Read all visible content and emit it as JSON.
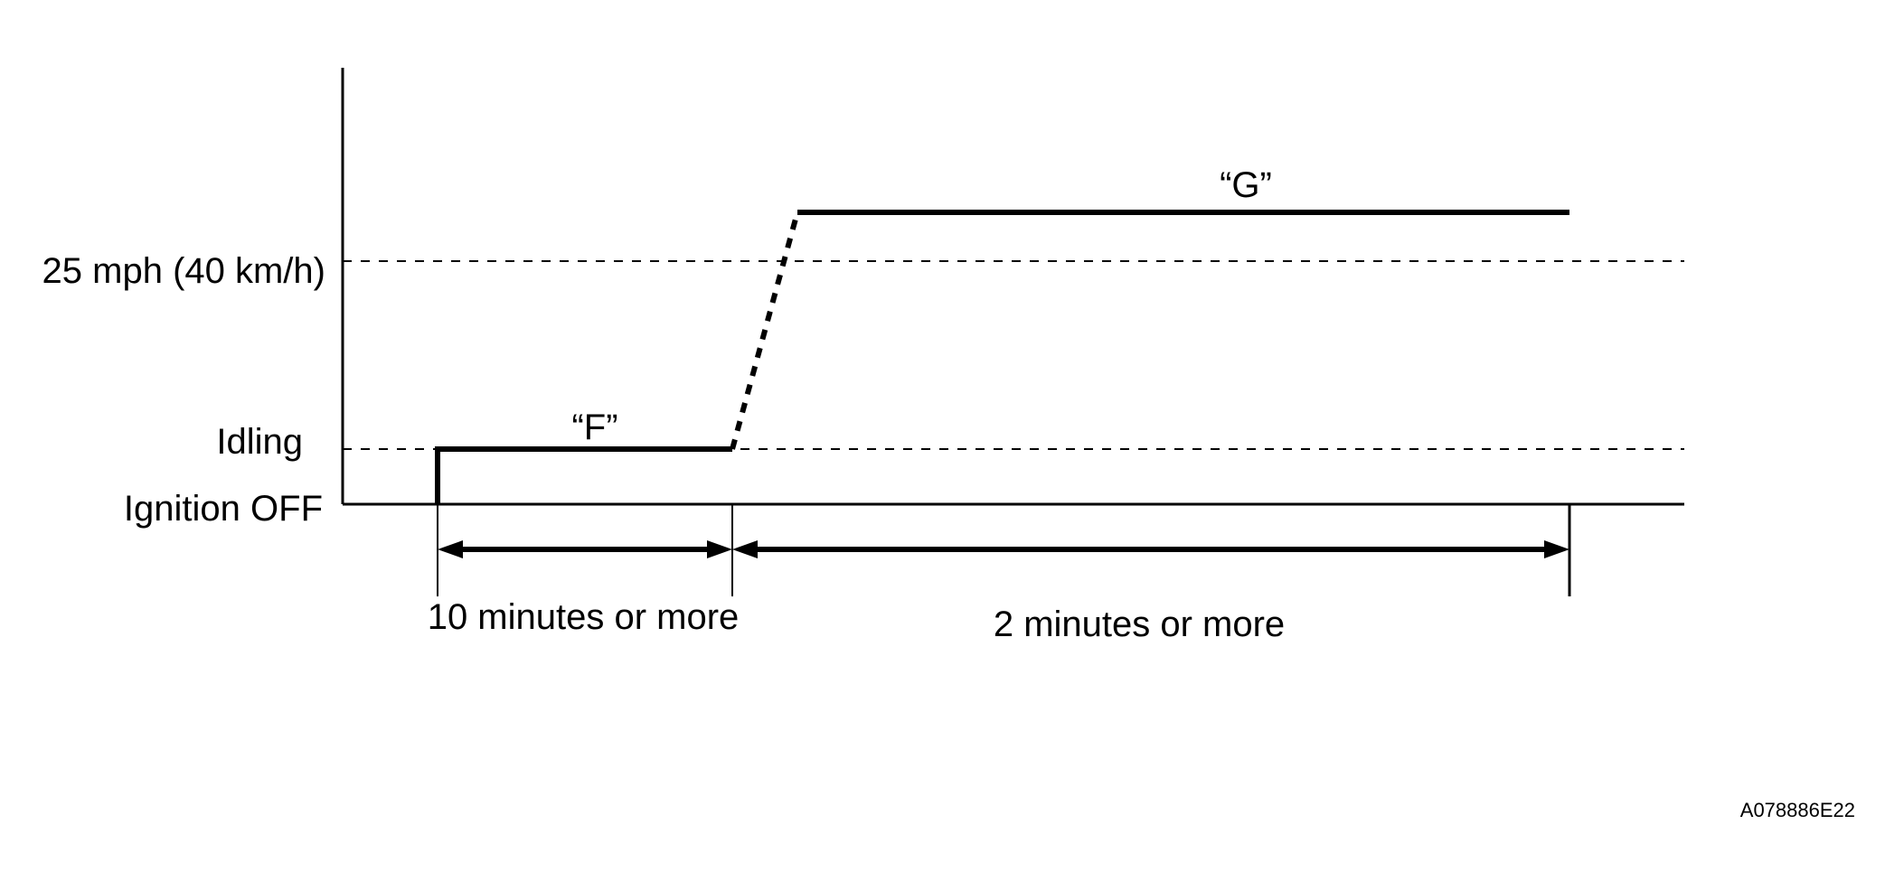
{
  "levels": {
    "speed": "25 mph (40 km/h)",
    "idling": "Idling",
    "ignition_off": "Ignition OFF"
  },
  "segments": {
    "f": "“F”",
    "g": "“G”"
  },
  "durations": {
    "first": "10 minutes or more",
    "second": "2 minutes or more"
  },
  "figure_code": "A078886E22"
}
